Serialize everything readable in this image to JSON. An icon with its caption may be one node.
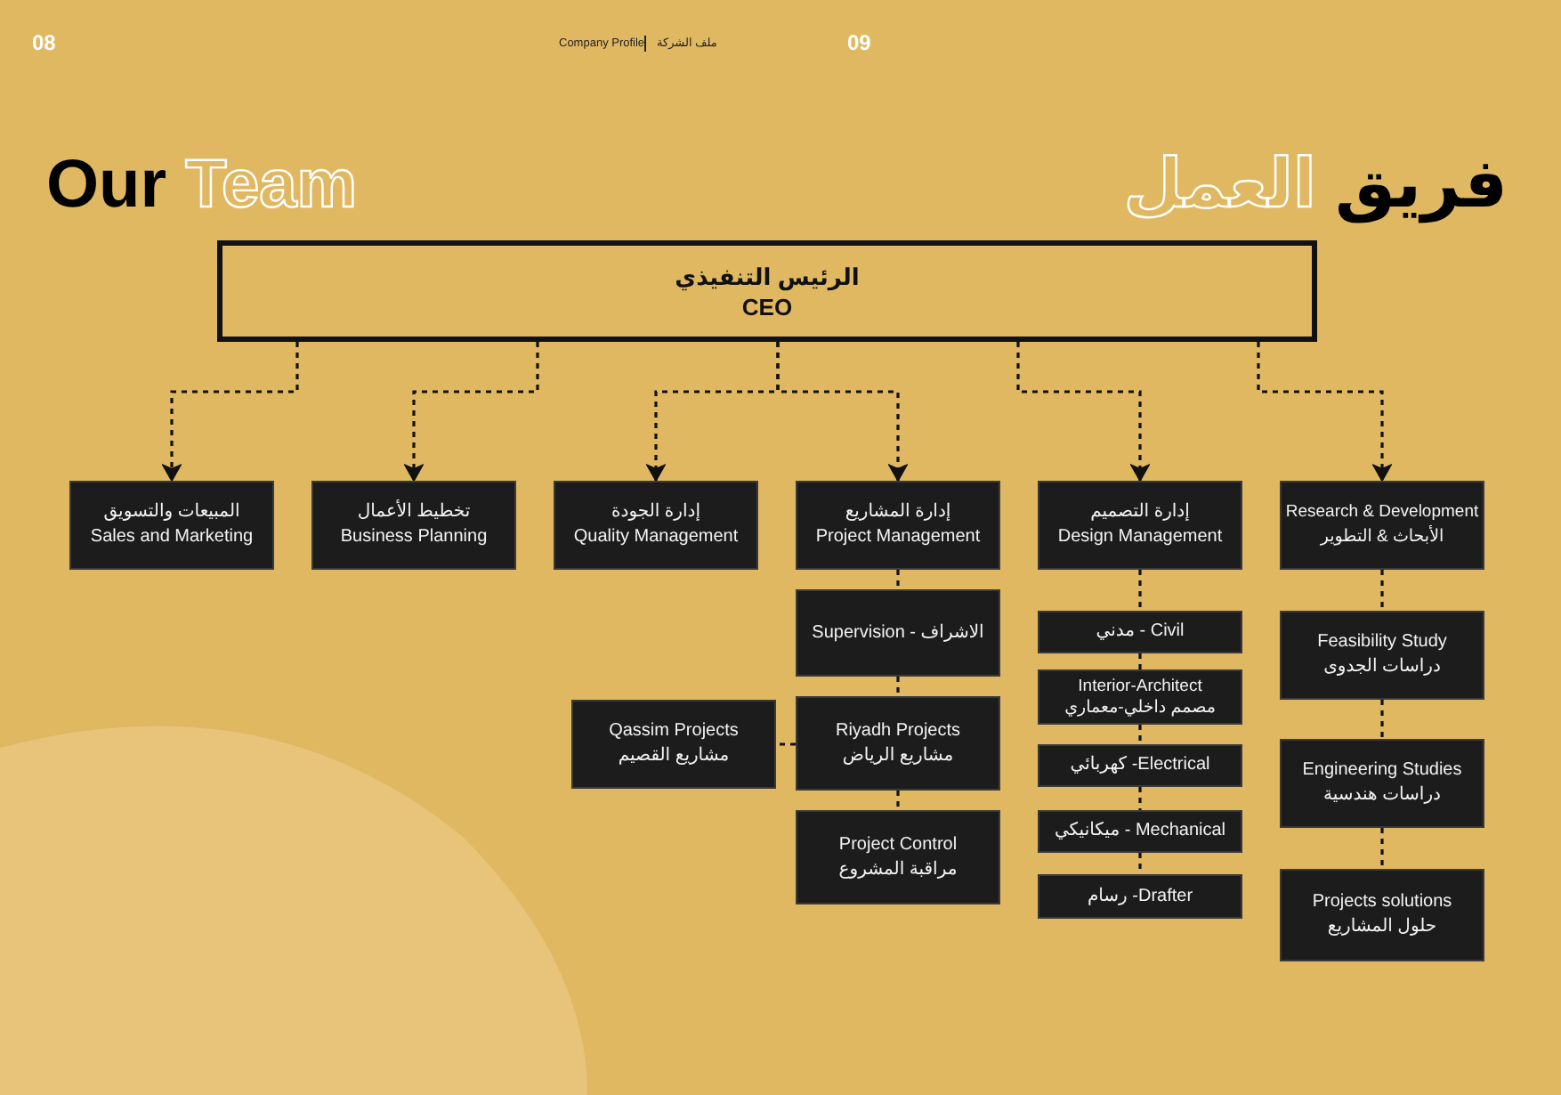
{
  "diagram": {
    "title": "Our Team",
    "nodes": [
      {
        "text": [
          "الرئيس التنفيذي",
          "CEO"
        ]
      },
      {
        "text": [
          "المبيعات والتسويق",
          "Sales and Marketing"
        ]
      },
      {
        "text": [
          "تخطيط الأعمال",
          "Business Planning"
        ]
      },
      {
        "text": [
          "إدارة الجودة",
          "Quality Management"
        ]
      },
      {
        "text": [
          "إدارة المشاريع",
          "Project Management"
        ]
      },
      {
        "text": [
          "إدارة التصميم",
          "Design Management"
        ]
      },
      {
        "text": [
          "Research & Development",
          "الأبحاث & التطوير"
        ]
      },
      {
        "text": [
          "Supervision - الاشراف"
        ]
      },
      {
        "text": [
          "Qassim Projects",
          "مشاريع القصيم"
        ]
      },
      {
        "text": [
          "Riyadh Projects",
          "مشاريع الرياض"
        ]
      },
      {
        "text": [
          "Project Control",
          "مراقبة المشروع"
        ]
      },
      {
        "text": [
          "مدني - Civil"
        ]
      },
      {
        "text": [
          "Interior-Architect",
          "مصمم داخلي-معماري"
        ]
      },
      {
        "text": [
          "كهربائي -Electrical"
        ]
      },
      {
        "text": [
          "ميكانيكي - Mechanical"
        ]
      },
      {
        "text": [
          "رسام -Drafter"
        ]
      },
      {
        "text": [
          "Feasibility Study",
          "دراسات الجدوى"
        ]
      },
      {
        "text": [
          "Engineering Studies",
          "دراسات هندسية"
        ]
      },
      {
        "text": [
          "Projects solutions",
          "حلول المشاريع"
        ]
      }
    ],
    "edges": [
      {
        "from": 0,
        "to": 1,
        "arrow": "to",
        "style": "dashed"
      },
      {
        "from": 0,
        "to": 2,
        "arrow": "to",
        "style": "dashed"
      },
      {
        "from": 0,
        "to": 3,
        "arrow": "to",
        "style": "dashed"
      },
      {
        "from": 0,
        "to": 4,
        "arrow": "to",
        "style": "dashed"
      },
      {
        "from": 0,
        "to": 5,
        "arrow": "to",
        "style": "dashed"
      },
      {
        "from": 0,
        "to": 6,
        "arrow": "to",
        "style": "dashed"
      },
      {
        "from": 4,
        "to": 7,
        "arrow": "none",
        "style": "dashed"
      },
      {
        "from": 7,
        "to": 9,
        "arrow": "none",
        "style": "dashed"
      },
      {
        "from": 9,
        "to": 8,
        "arrow": "none",
        "style": "dashed"
      },
      {
        "from": 9,
        "to": 10,
        "arrow": "none",
        "style": "dashed"
      },
      {
        "from": 5,
        "to": 11,
        "arrow": "none",
        "style": "dashed"
      },
      {
        "from": 11,
        "to": 12,
        "arrow": "none",
        "style": "dashed"
      },
      {
        "from": 12,
        "to": 13,
        "arrow": "none",
        "style": "dashed"
      },
      {
        "from": 13,
        "to": 14,
        "arrow": "none",
        "style": "dashed"
      },
      {
        "from": 14,
        "to": 15,
        "arrow": "none",
        "style": "dashed"
      },
      {
        "from": 6,
        "to": 16,
        "arrow": "none",
        "style": "dashed"
      },
      {
        "from": 16,
        "to": 17,
        "arrow": "none",
        "style": "dashed"
      },
      {
        "from": 17,
        "to": 18,
        "arrow": "none",
        "style": "dashed"
      }
    ],
    "labels": [
      "08",
      "Company Profile",
      "ملف الشركة",
      "09",
      "فريق العمل"
    ]
  }
}
